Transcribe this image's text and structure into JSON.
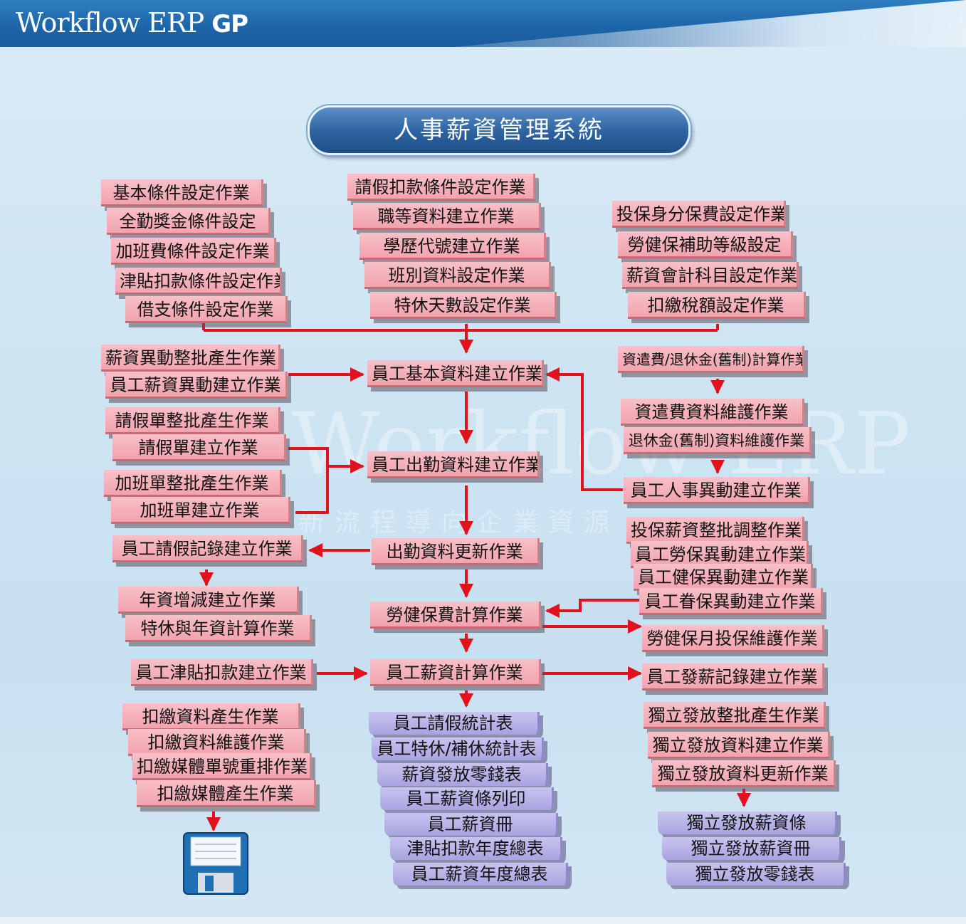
{
  "header": {
    "brand_main": "Workflow ERP ",
    "brand_suffix": "GP"
  },
  "watermark": {
    "text": "Workflow ERP",
    "subtitle": "新流程導向企業資源"
  },
  "title": "人事薪資管理系統",
  "setup_left": [
    "基本條件設定作業",
    "全勤獎金條件設定",
    "加班費條件設定作業",
    "津貼扣款條件設定作業",
    "借支條件設定作業"
  ],
  "setup_center": [
    "請假扣款條件設定作業",
    "職等資料建立作業",
    "學歷代號建立作業",
    "班別資料設定作業",
    "特休天數設定作業"
  ],
  "setup_right": [
    "投保身分保費設定作業",
    "勞健保補助等級設定",
    "薪資會計科目設定作業",
    "扣繳稅額設定作業"
  ],
  "left_column": {
    "salary_change": [
      "薪資異動整批產生作業",
      "員工薪資異動建立作業"
    ],
    "leave": [
      "請假單整批產生作業",
      "請假單建立作業"
    ],
    "overtime": [
      "加班單整批產生作業",
      "加班單建立作業"
    ],
    "leave_record": "員工請假記錄建立作業",
    "seniority": [
      "年資增減建立作業",
      "特休與年資計算作業"
    ],
    "allowance": "員工津貼扣款建立作業",
    "withholding": [
      "扣繳資料產生作業",
      "扣繳資料維護作業",
      "扣繳媒體單號重排作業",
      "扣繳媒體產生作業"
    ]
  },
  "center_column": {
    "employee_basic": "員工基本資料建立作業",
    "attendance": "員工出勤資料建立作業",
    "attendance_update": "出勤資料更新作業",
    "insurance_calc": "勞健保費計算作業",
    "salary_calc": "員工薪資計算作業"
  },
  "right_column": {
    "severance_calc": "資遣費/退休金(舊制)計算作業",
    "severance_maint": [
      "資遣費資料維護作業",
      "退休金(舊制)資料維護作業"
    ],
    "personnel_change": "員工人事異動建立作業",
    "insurance_changes": [
      "投保薪資整批調整作業",
      "員工勞保異動建立作業",
      "員工健保異動建立作業",
      "員工眷保異動建立作業"
    ],
    "insurance_monthly": "勞健保月投保維護作業",
    "payroll_record": "員工發薪記錄建立作業",
    "independent": [
      "獨立發放整批產生作業",
      "獨立發放資料建立作業",
      "獨立發放資料更新作業"
    ]
  },
  "reports_center": [
    "員工請假統計表",
    "員工特休/補休統計表",
    "薪資發放零錢表",
    "員工薪資條列印",
    "員工薪資冊",
    "津貼扣款年度總表",
    "員工薪資年度總表"
  ],
  "reports_right": [
    "獨立發放薪資條",
    "獨立發放薪資冊",
    "獨立發放零錢表"
  ],
  "colors": {
    "arrow": "#e1121b",
    "box": "#f4aab4",
    "report": "#b7b1e6",
    "header": "#1f66aa"
  }
}
